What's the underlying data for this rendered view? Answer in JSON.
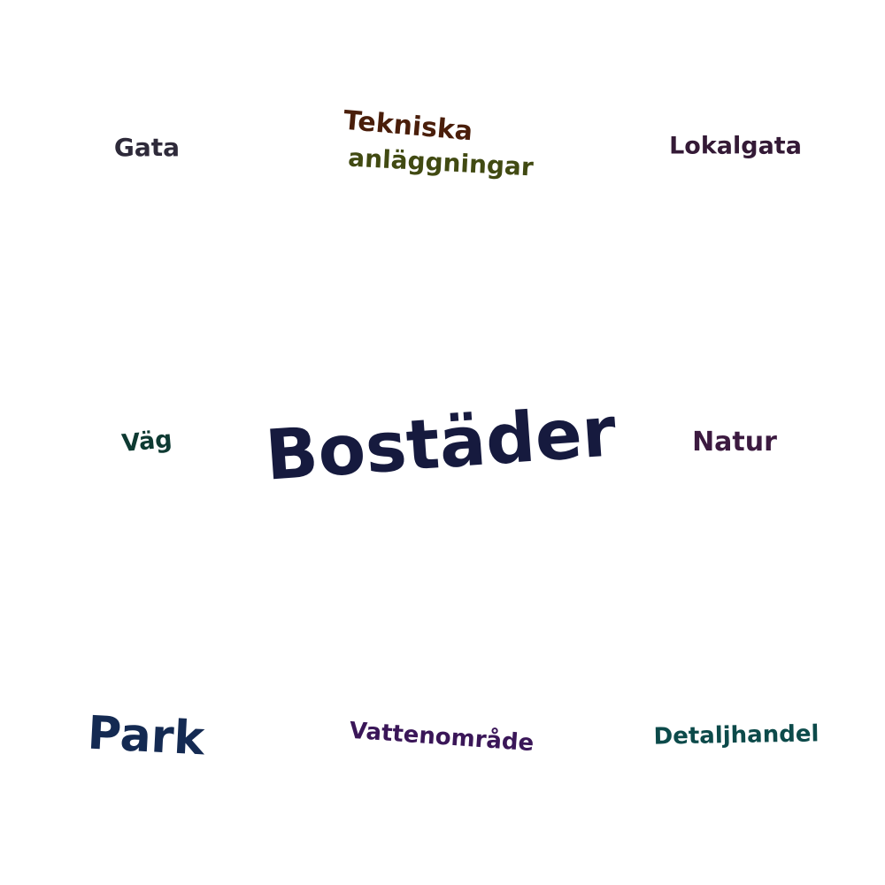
{
  "words": [
    {
      "text": "Gata",
      "color": "#2e2a3a"
    },
    {
      "text": "Tekniska",
      "color": "#4a1e0a"
    },
    {
      "text": "anläggningar",
      "color": "#414a12"
    },
    {
      "text": "Lokalgata",
      "color": "#341a36"
    },
    {
      "text": "Väg",
      "color": "#0e3a32"
    },
    {
      "text": "Bostäder",
      "color": "#161a3e"
    },
    {
      "text": "Natur",
      "color": "#3c1a40"
    },
    {
      "text": "Park",
      "color": "#142a52"
    },
    {
      "text": "Vattenområde",
      "color": "#3a1658"
    },
    {
      "text": "Detaljhandel",
      "color": "#0c4a4a"
    }
  ]
}
